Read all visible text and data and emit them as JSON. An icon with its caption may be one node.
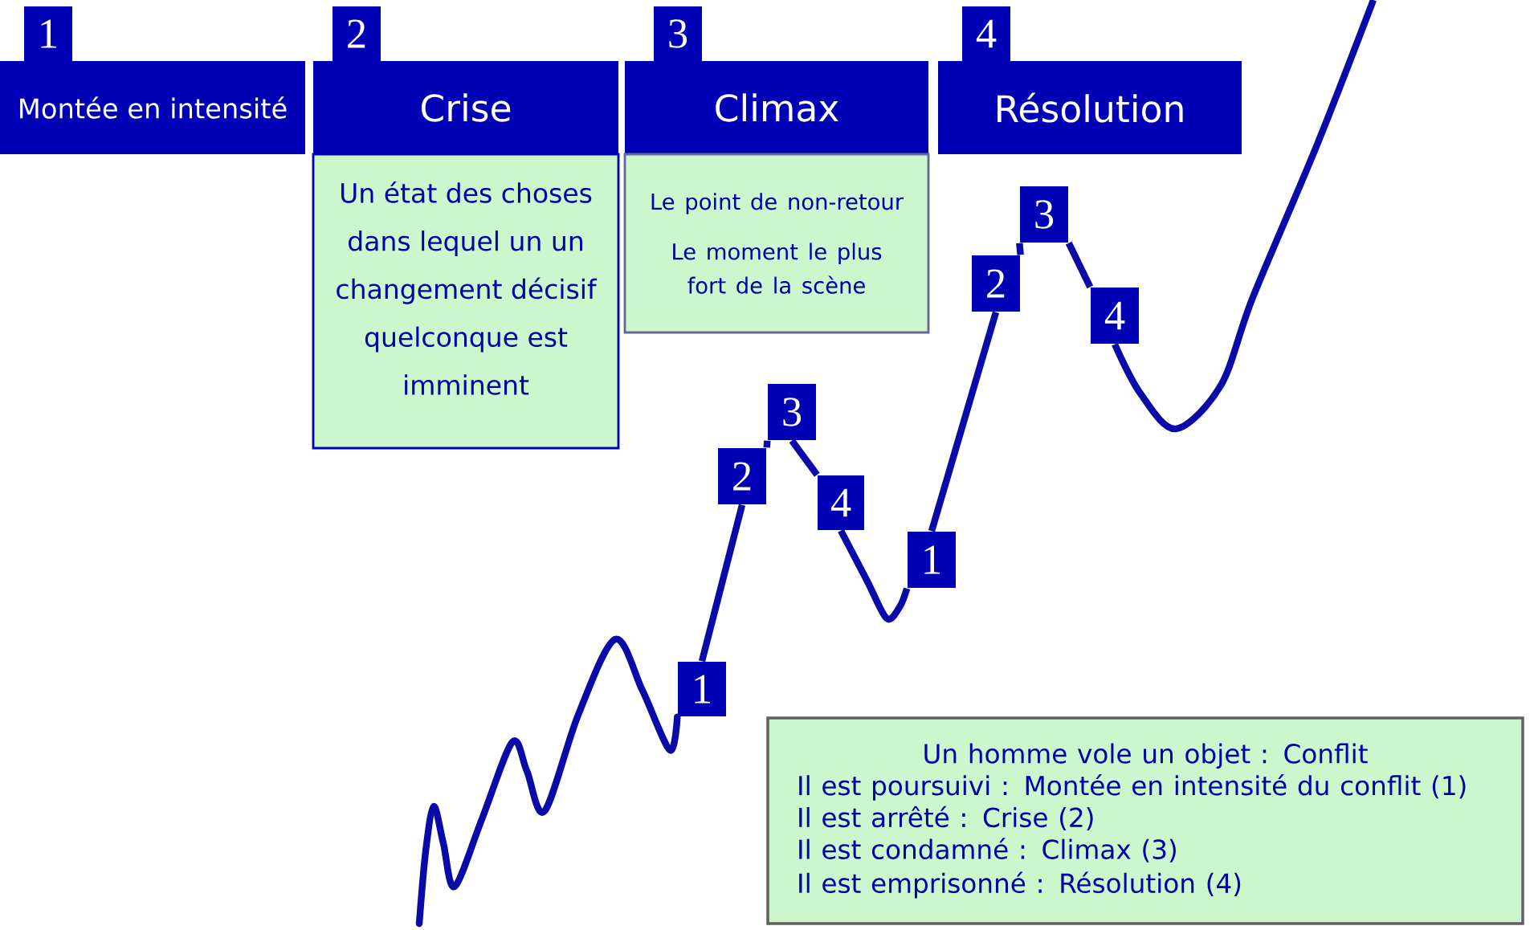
{
  "diagram": {
    "nodes": [
      {
        "text": [
          "1"
        ]
      },
      {
        "text": [
          "Montée en intensité"
        ]
      },
      {
        "text": [
          "2"
        ]
      },
      {
        "text": [
          "Crise"
        ]
      },
      {
        "text": [
          "Un état des choses dans lequel un un changement décisif quelconque est imminent"
        ]
      },
      {
        "text": [
          "3"
        ]
      },
      {
        "text": [
          "Climax"
        ]
      },
      {
        "text": [
          "Le point de non-retour",
          "Le moment le plus fort de la scène"
        ]
      },
      {
        "text": [
          "4"
        ]
      },
      {
        "text": [
          "Résolution"
        ]
      },
      {
        "text": [
          "1"
        ]
      },
      {
        "text": [
          "2"
        ]
      },
      {
        "text": [
          "3"
        ]
      },
      {
        "text": [
          "4"
        ]
      },
      {
        "text": [
          "1"
        ]
      },
      {
        "text": [
          "2"
        ]
      },
      {
        "text": [
          "3"
        ]
      },
      {
        "text": [
          "4"
        ]
      },
      {
        "text": [
          "Un homme vole un objet : Conflit",
          "Il est poursuivi : Montée en intensité du conflit (1)",
          "Il est arrêté : Crise (2)",
          "Il est condamné : Climax (3)",
          "Il est emprisonné : Résolution (4)"
        ]
      }
    ],
    "edges": [
      {
        "from": 10,
        "to": 11,
        "arrow": "none"
      },
      {
        "from": 11,
        "to": 12,
        "arrow": "none"
      },
      {
        "from": 12,
        "to": 13,
        "arrow": "none"
      },
      {
        "from": 13,
        "to": 14,
        "arrow": "none"
      },
      {
        "from": 14,
        "to": 15,
        "arrow": "none"
      },
      {
        "from": 15,
        "to": 16,
        "arrow": "none"
      },
      {
        "from": 16,
        "to": 17,
        "arrow": "none"
      }
    ]
  }
}
